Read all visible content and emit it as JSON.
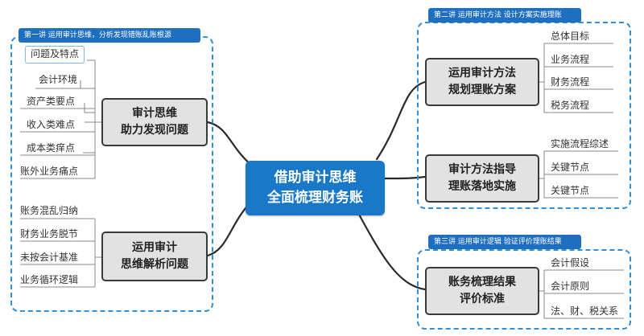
{
  "central": {
    "line1": "借助审计思维",
    "line2": "全面梳理财务账"
  },
  "groups": {
    "g1": {
      "title": "第一讲 运用审计思维，分析发现错账乱账根源",
      "topics": {
        "t1": {
          "line1": "审计思维",
          "line2": "助力发现问题",
          "leaves": [
            "问题及特点",
            "会计环境",
            "资产类要点",
            "收入类难点",
            "成本类痒点",
            "账外业务痛点"
          ]
        },
        "t2": {
          "line1": "运用审计",
          "line2": "思维解析问题",
          "leaves": [
            "账务混乱归纳",
            "财务业务脱节",
            "未按会计基准",
            "业务循环逻辑"
          ]
        }
      }
    },
    "g2": {
      "title": "第二讲 运用审计方法 设计方案实施理账",
      "topics": {
        "t1": {
          "line1": "运用审计方法",
          "line2": "规划理账方案",
          "leaves": [
            "总体目标",
            "业务流程",
            "财务流程",
            "税务流程"
          ]
        },
        "t2": {
          "line1": "审计方法指导",
          "line2": "理账落地实施",
          "leaves": [
            "实施流程综述",
            "关键节点",
            "关键节点"
          ]
        }
      }
    },
    "g3": {
      "title": "第三讲 运用审计逻辑 验证评价理账结果",
      "topics": {
        "t1": {
          "line1": "账务梳理结果",
          "line2": "评价标准",
          "leaves": [
            "会计假设",
            "会计原则",
            "法、财、税关系"
          ]
        }
      }
    }
  },
  "colors": {
    "central_bg": "#1a78c9",
    "group_border": "#2f8fd8",
    "title_bg": "#1f6fc0",
    "topic_bg": "#e2e2e2",
    "line": "#2a2a2a"
  }
}
